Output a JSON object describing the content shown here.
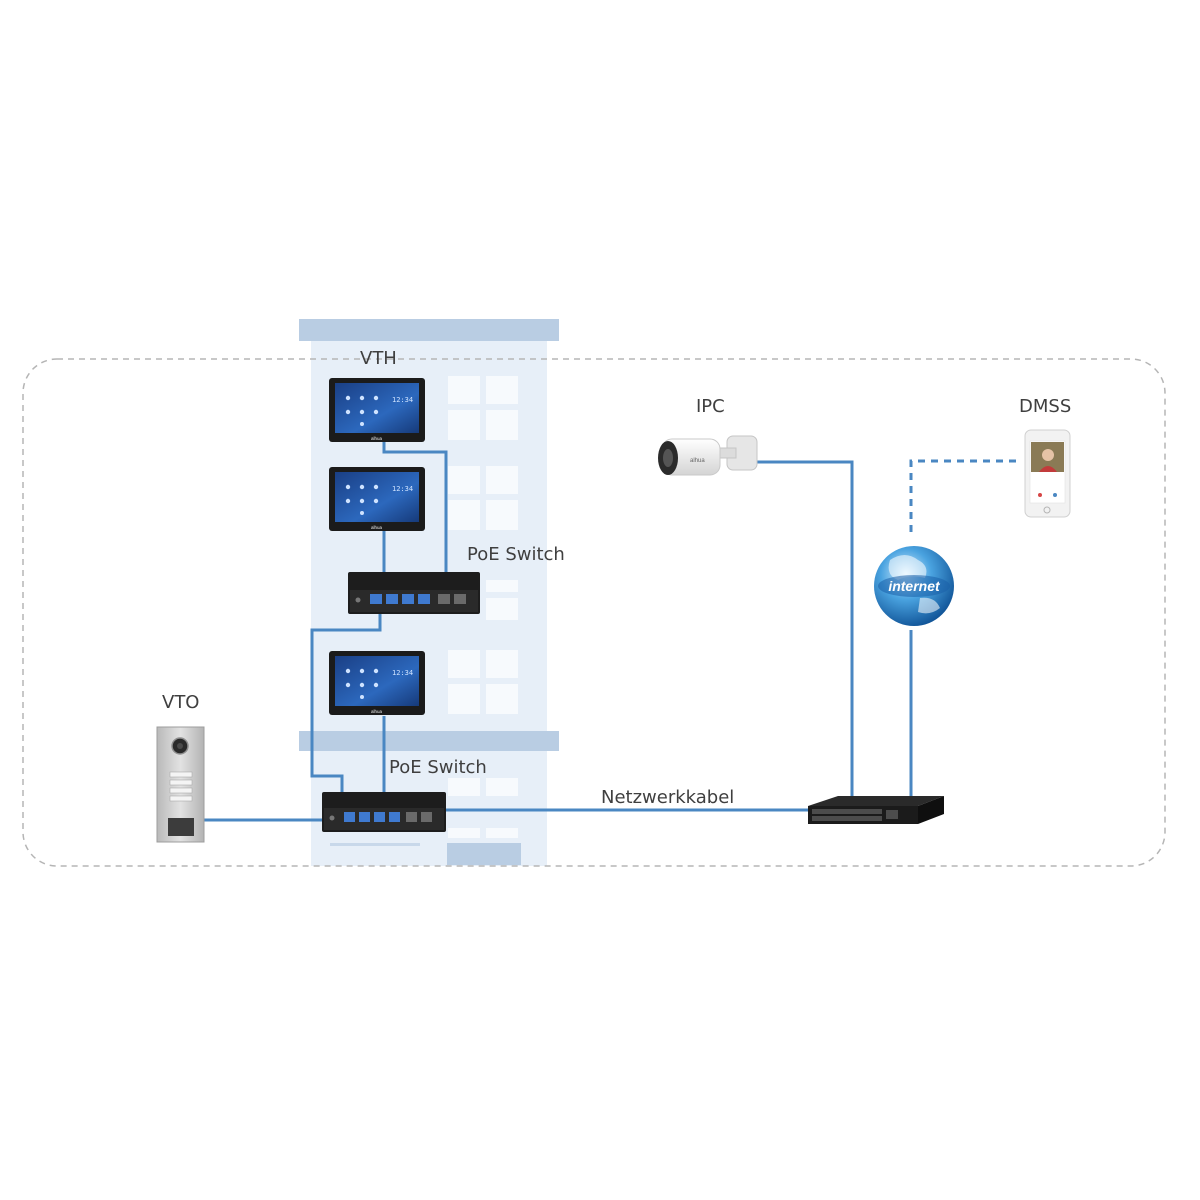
{
  "labels": {
    "vth": "VTH",
    "ipc": "IPC",
    "dmss": "DMSS",
    "vto": "VTO",
    "poe_switch_top": "PoE Switch",
    "poe_switch_bottom": "PoE Switch",
    "network_cable": "Netzwerkkabel",
    "internet": "internet"
  },
  "vth_screen": {
    "clock": "12:34"
  },
  "brand": {
    "name": "alhua"
  },
  "colors": {
    "cable": "#4a87c2",
    "building": "#e7eff8",
    "building_band": "#b9cde3",
    "window": "#f7fafd",
    "zone_border": "#b5b5b5",
    "device_dark": "#1b1b1b",
    "screen": "#1f4f9a"
  },
  "icons": {
    "vth": "indoor-monitor-icon",
    "vto": "door-station-icon",
    "ipc": "bullet-camera-icon",
    "dmss": "smartphone-app-icon",
    "internet": "globe-icon",
    "poe_switch": "poe-switch-icon",
    "core_switch": "network-switch-icon"
  }
}
